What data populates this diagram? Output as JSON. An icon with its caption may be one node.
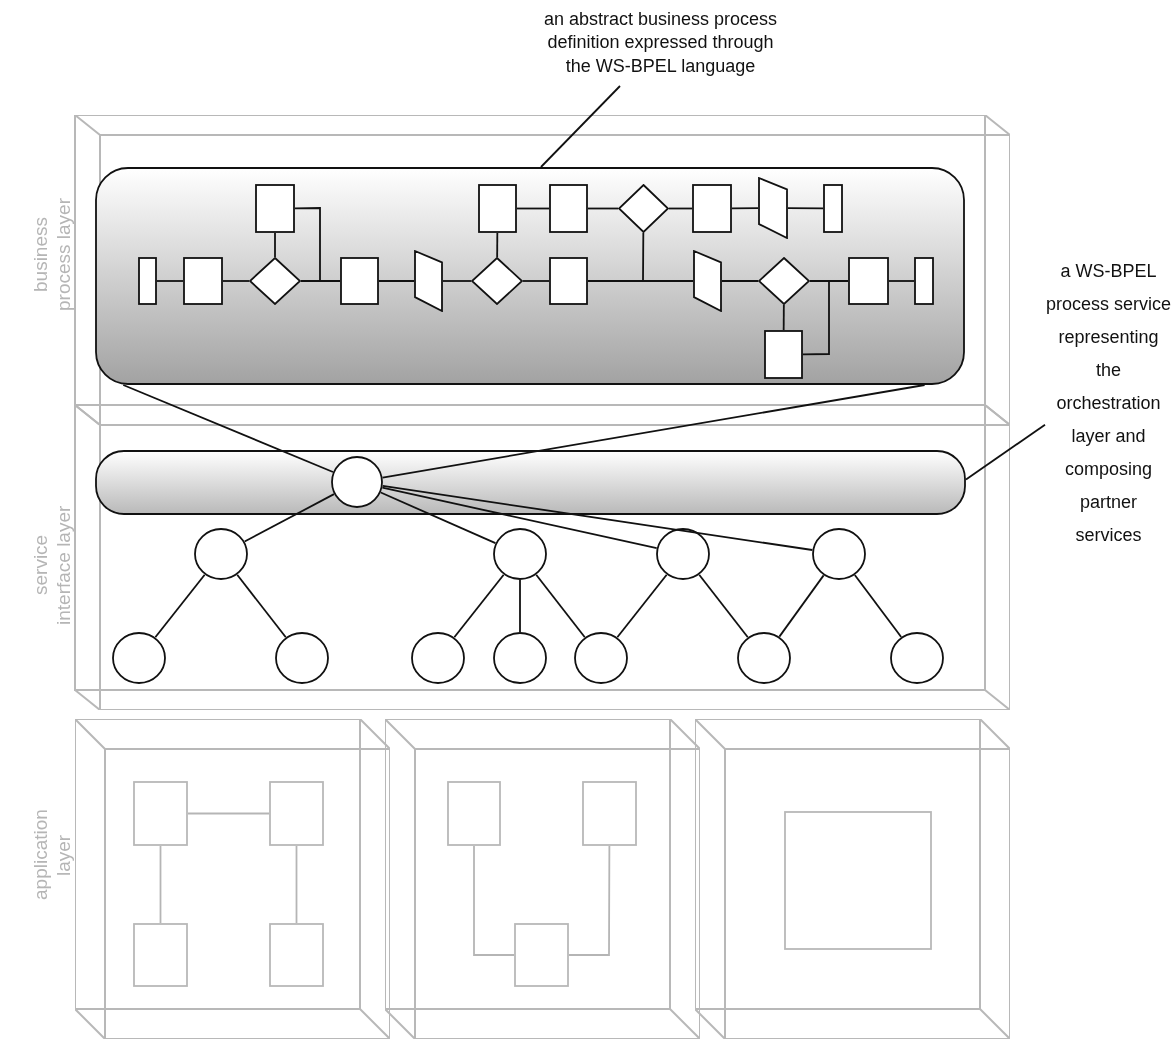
{
  "diagram": {
    "nodes": [
      {
        "text": [
          "an abstract business process definition expressed through the WS-BPEL language"
        ]
      },
      {
        "text": [
          "business process layer"
        ]
      },
      {
        "text": [],
        "shape": "box",
        "in": 1
      },
      {
        "text": [],
        "shape": "box",
        "in": 2
      },
      {
        "text": [],
        "shape": "box",
        "in": 2
      },
      {
        "text": [],
        "shape": "box",
        "in": 2
      },
      {
        "text": [],
        "shape": "diamond",
        "in": 2
      },
      {
        "text": [],
        "shape": "box",
        "in": 2
      },
      {
        "text": [],
        "shape": "parallelogram",
        "in": 2
      },
      {
        "text": [],
        "shape": "box",
        "in": 2
      },
      {
        "text": [],
        "shape": "box",
        "in": 2
      },
      {
        "text": [],
        "shape": "box",
        "in": 2
      },
      {
        "text": [],
        "shape": "diamond",
        "in": 2
      },
      {
        "text": [],
        "shape": "box",
        "in": 2
      },
      {
        "text": [],
        "shape": "parallelogram",
        "in": 2
      },
      {
        "text": [],
        "shape": "diamond",
        "in": 2
      },
      {
        "text": [],
        "shape": "box",
        "in": 2
      },
      {
        "text": [],
        "shape": "parallelogram",
        "in": 2
      },
      {
        "text": [],
        "shape": "diamond",
        "in": 2
      },
      {
        "text": [],
        "shape": "box",
        "in": 2
      },
      {
        "text": [],
        "shape": "box",
        "in": 2
      },
      {
        "text": [],
        "shape": "box",
        "in": 2
      },
      {
        "text": [
          "a WS-BPEL process service representing the orchestration layer and composing partner services"
        ]
      },
      {
        "text": [
          "service interface layer"
        ]
      },
      {
        "text": [],
        "shape": "box",
        "in": 23
      },
      {
        "text": [],
        "shape": "circle",
        "in": 24
      },
      {
        "text": [],
        "shape": "circle",
        "in": 23
      },
      {
        "text": [],
        "shape": "circle",
        "in": 23
      },
      {
        "text": [],
        "shape": "circle",
        "in": 23
      },
      {
        "text": [],
        "shape": "circle",
        "in": 23
      },
      {
        "text": [],
        "shape": "circle",
        "in": 23
      },
      {
        "text": [],
        "shape": "circle",
        "in": 23
      },
      {
        "text": [],
        "shape": "circle",
        "in": 23
      },
      {
        "text": [],
        "shape": "circle",
        "in": 23
      },
      {
        "text": [],
        "shape": "circle",
        "in": 23
      },
      {
        "text": [],
        "shape": "circle",
        "in": 23
      },
      {
        "text": [],
        "shape": "circle",
        "in": 23
      },
      {
        "text": [
          "application layer"
        ]
      },
      {
        "text": [],
        "shape": "box",
        "in": 37
      },
      {
        "text": [],
        "shape": "box",
        "in": 38
      },
      {
        "text": [],
        "shape": "box",
        "in": 38
      },
      {
        "text": [],
        "shape": "box",
        "in": 38
      },
      {
        "text": [],
        "shape": "box",
        "in": 38
      },
      {
        "text": [],
        "shape": "box",
        "in": 37
      },
      {
        "text": [],
        "shape": "box",
        "in": 43
      },
      {
        "text": [],
        "shape": "box",
        "in": 43
      },
      {
        "text": [],
        "shape": "box",
        "in": 43
      },
      {
        "text": [],
        "shape": "box",
        "in": 37
      },
      {
        "text": [],
        "shape": "box",
        "in": 47
      }
    ],
    "edges": [
      {
        "from": 0,
        "to": 2,
        "arrow": "none"
      },
      {
        "from": 10,
        "to": 11,
        "arrow": "none"
      },
      {
        "from": 11,
        "to": 12,
        "arrow": "none"
      },
      {
        "from": 12,
        "to": 13,
        "arrow": "none"
      },
      {
        "from": 13,
        "to": 14,
        "arrow": "none"
      },
      {
        "from": 14,
        "to": 15,
        "arrow": "none"
      },
      {
        "from": 15,
        "to": 16,
        "arrow": "none"
      },
      {
        "from": 16,
        "to": 17,
        "arrow": "none"
      },
      {
        "from": 17,
        "to": 18,
        "arrow": "none"
      },
      {
        "from": 18,
        "to": 19,
        "arrow": "none"
      },
      {
        "from": 19,
        "to": 20,
        "arrow": "none"
      },
      {
        "from": 4,
        "to": 5,
        "arrow": "none"
      },
      {
        "from": 5,
        "to": 6,
        "arrow": "none"
      },
      {
        "from": 6,
        "to": 7,
        "arrow": "none"
      },
      {
        "from": 7,
        "to": 8,
        "arrow": "none"
      },
      {
        "from": 8,
        "to": 9,
        "arrow": "none"
      },
      {
        "from": 3,
        "to": 12,
        "arrow": "none"
      },
      {
        "from": 3,
        "to": 13,
        "arrow": "none"
      },
      {
        "from": 4,
        "to": 15,
        "arrow": "none"
      },
      {
        "from": 6,
        "to": 17,
        "arrow": "none"
      },
      {
        "from": 18,
        "to": 21,
        "arrow": "none"
      },
      {
        "from": 21,
        "to": 19,
        "arrow": "none"
      },
      {
        "from": 22,
        "to": 24,
        "arrow": "none"
      },
      {
        "from": 25,
        "to": 2,
        "arrow": "none"
      },
      {
        "from": 25,
        "to": 2,
        "arrow": "none"
      },
      {
        "from": 25,
        "to": 26,
        "arrow": "none"
      },
      {
        "from": 25,
        "to": 27,
        "arrow": "none"
      },
      {
        "from": 25,
        "to": 28,
        "arrow": "none"
      },
      {
        "from": 25,
        "to": 29,
        "arrow": "none"
      },
      {
        "from": 26,
        "to": 30,
        "arrow": "none"
      },
      {
        "from": 26,
        "to": 31,
        "arrow": "none"
      },
      {
        "from": 27,
        "to": 32,
        "arrow": "none"
      },
      {
        "from": 27,
        "to": 33,
        "arrow": "none"
      },
      {
        "from": 27,
        "to": 34,
        "arrow": "none"
      },
      {
        "from": 28,
        "to": 34,
        "arrow": "none"
      },
      {
        "from": 28,
        "to": 35,
        "arrow": "none"
      },
      {
        "from": 29,
        "to": 35,
        "arrow": "none"
      },
      {
        "from": 29,
        "to": 36,
        "arrow": "none"
      },
      {
        "from": 39,
        "to": 40,
        "arrow": "none",
        "color": "#b5b5b5"
      },
      {
        "from": 39,
        "to": 41,
        "arrow": "none",
        "color": "#b5b5b5"
      },
      {
        "from": 40,
        "to": 42,
        "arrow": "none",
        "color": "#b5b5b5"
      },
      {
        "from": 44,
        "to": 46,
        "arrow": "none",
        "color": "#b5b5b5"
      },
      {
        "from": 45,
        "to": 46,
        "arrow": "none",
        "color": "#b5b5b5"
      }
    ]
  }
}
